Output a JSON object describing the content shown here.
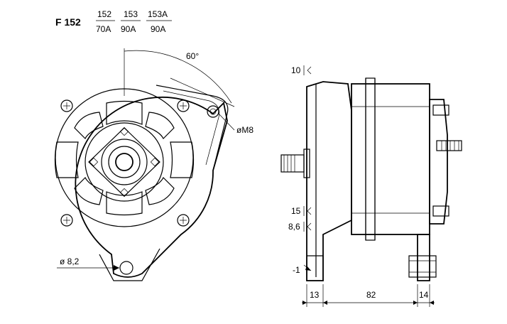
{
  "title": {
    "model": "F 152",
    "variants": [
      {
        "top": "152",
        "bottom": "70A"
      },
      {
        "top": "153",
        "bottom": "90A"
      },
      {
        "top": "153A",
        "bottom": "90A"
      }
    ]
  },
  "front_view": {
    "angle": "60°",
    "thread": "øM8",
    "hole": "ø 8,2"
  },
  "side_view": {
    "dim_10": "10",
    "dim_15": "15",
    "dim_8_6": "8,6",
    "dim_minus1": "-1",
    "dim_13": "13",
    "dim_82": "82",
    "dim_14": "14"
  }
}
